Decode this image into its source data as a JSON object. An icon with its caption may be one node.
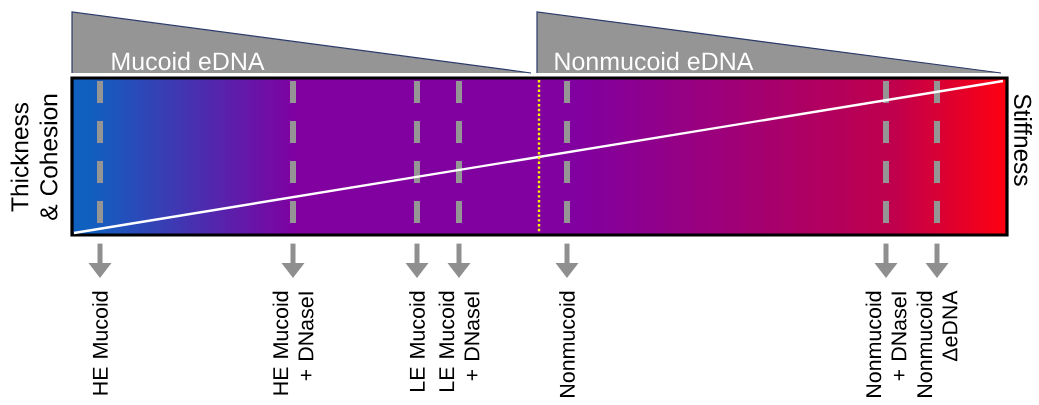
{
  "diagram": {
    "nodes": [
      {
        "text": [
          "Mucoid eDNA"
        ]
      },
      {
        "text": [
          "Nonmucoid eDNA"
        ]
      },
      {
        "text": [],
        "shape": "box"
      },
      {
        "text": [
          "HE Mucoid"
        ]
      },
      {
        "text": [
          "HE Mucoid + DNaseI"
        ]
      },
      {
        "text": [
          "LE Mucoid"
        ]
      },
      {
        "text": [
          "LE Mucoid + DNaseI"
        ]
      },
      {
        "text": [
          "Nonmucoid"
        ]
      },
      {
        "text": [
          "Nonmucoid + DNaseI"
        ]
      },
      {
        "text": [
          "Nonmucoid ΔeDNA"
        ]
      }
    ],
    "edges": [
      {
        "from": 2,
        "to": 3,
        "arrow": "to"
      },
      {
        "from": 2,
        "to": 4,
        "arrow": "to"
      },
      {
        "from": 2,
        "to": 5,
        "arrow": "to"
      },
      {
        "from": 2,
        "to": 6,
        "arrow": "to"
      },
      {
        "from": 2,
        "to": 7,
        "arrow": "to"
      },
      {
        "from": 2,
        "to": 8,
        "arrow": "to"
      },
      {
        "from": 2,
        "to": 9,
        "arrow": "to"
      }
    ],
    "labels": [
      "Thickness & Cohesion",
      "Stiffness"
    ]
  }
}
